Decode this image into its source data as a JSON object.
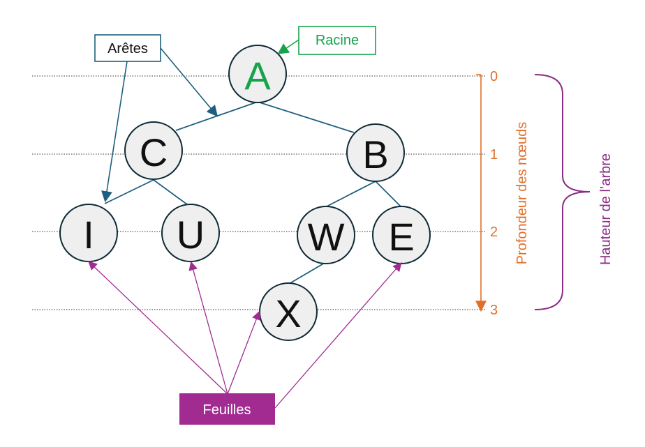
{
  "nodes": {
    "A": "A",
    "C": "C",
    "B": "B",
    "I": "I",
    "U": "U",
    "W": "W",
    "E": "E",
    "X": "X"
  },
  "labels": {
    "aretes": "Arêtes",
    "racine": "Racine",
    "feuilles": "Feuilles",
    "profondeur": "Profondeur des nœuds",
    "hauteur": "Hauteur de l’arbre"
  },
  "depth_ticks": [
    "0",
    "1",
    "2",
    "3"
  ],
  "colors": {
    "node_fill": "#efefef",
    "node_stroke": "#0f2a36",
    "edge": "#1d5f7e",
    "root_text": "#16a34a",
    "depth": "#e0702c",
    "leaves": "#a12b91",
    "racine_border": "#16a34a",
    "aretes_border": "#1d5f7e"
  }
}
